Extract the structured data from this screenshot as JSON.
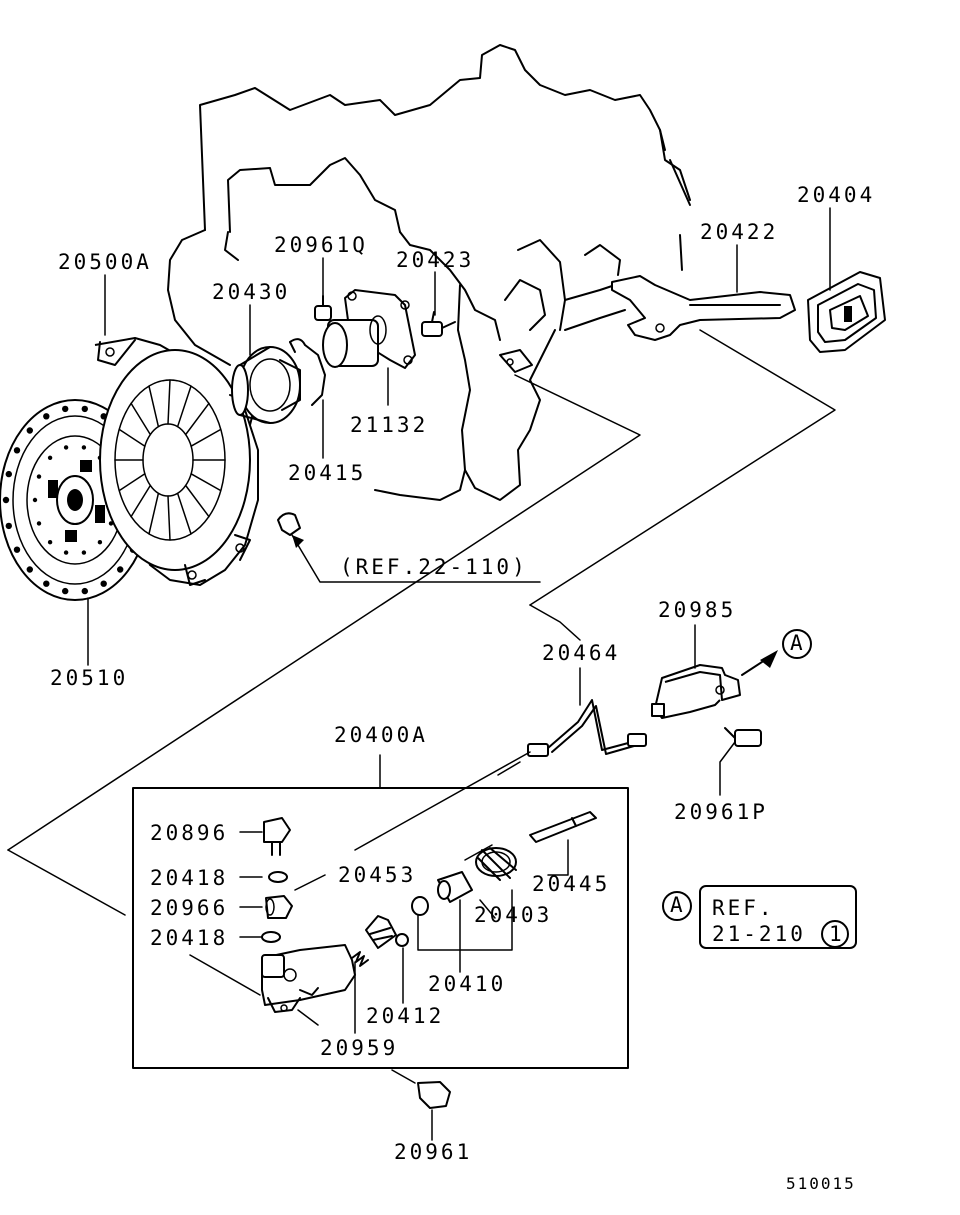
{
  "parts": {
    "p20500A": "20500A",
    "p20430": "20430",
    "p20961Q": "20961Q",
    "p20423": "20423",
    "p20422": "20422",
    "p20404": "20404",
    "p21132": "21132",
    "p20415": "20415",
    "p20510": "20510",
    "p20985": "20985",
    "p20464": "20464",
    "p20961P": "20961P",
    "p20400A": "20400A",
    "p20896": "20896",
    "p20418a": "20418",
    "p20966": "20966",
    "p20418b": "20418",
    "p20453": "20453",
    "p20445": "20445",
    "p20403": "20403",
    "p20410": "20410",
    "p20412": "20412",
    "p20959": "20959",
    "p20961": "20961"
  },
  "refs": {
    "ref_main": "(REF.22-110)",
    "marker_a": "A",
    "box_line1": "REF.",
    "box_line2": "21-210",
    "box_circle": "1"
  },
  "figure_number": "510015"
}
